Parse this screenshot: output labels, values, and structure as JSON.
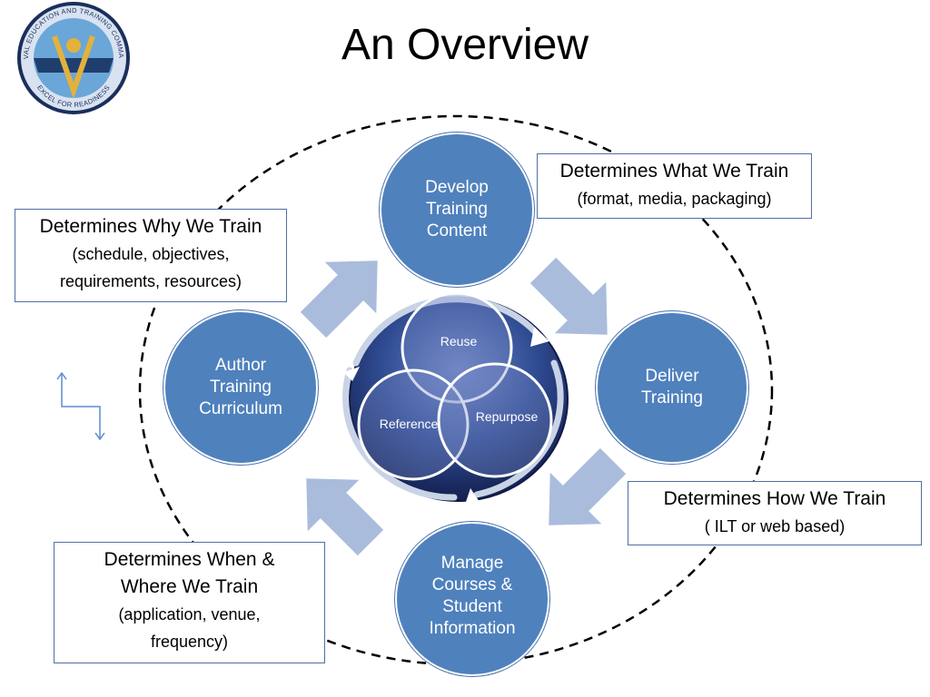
{
  "title": "An Overview",
  "logo": {
    "top_text": "NAVAL EDUCATION AND TRAINING COMMAND",
    "bottom_text": "EXCEL FOR READINESS"
  },
  "nodes": {
    "develop": "Develop\nTraining\nContent",
    "deliver": "Deliver\nTraining",
    "manage": "Manage\nCourses &\nStudent\nInformation",
    "author": "Author\nTraining\nCurriculum"
  },
  "center": {
    "reuse": "Reuse",
    "reference": "Reference",
    "repurpose": "Repurpose"
  },
  "callouts": {
    "what": {
      "head": "Determines What We Train",
      "sub": "(format, media, packaging)"
    },
    "why": {
      "head": "Determines Why We Train",
      "sub": "(schedule, objectives,\nrequirements, resources)"
    },
    "how": {
      "head": "Determines How We Train",
      "sub": "( ILT or web based)"
    },
    "when": {
      "head": "Determines When &\nWhere We Train",
      "sub": "(application, venue,\nfrequency)"
    }
  },
  "colors": {
    "node": "#4f81bd",
    "arrow": "#a9bcdc",
    "center_dark": "#1f2f6e",
    "callout_border": "#4f6fa0"
  }
}
